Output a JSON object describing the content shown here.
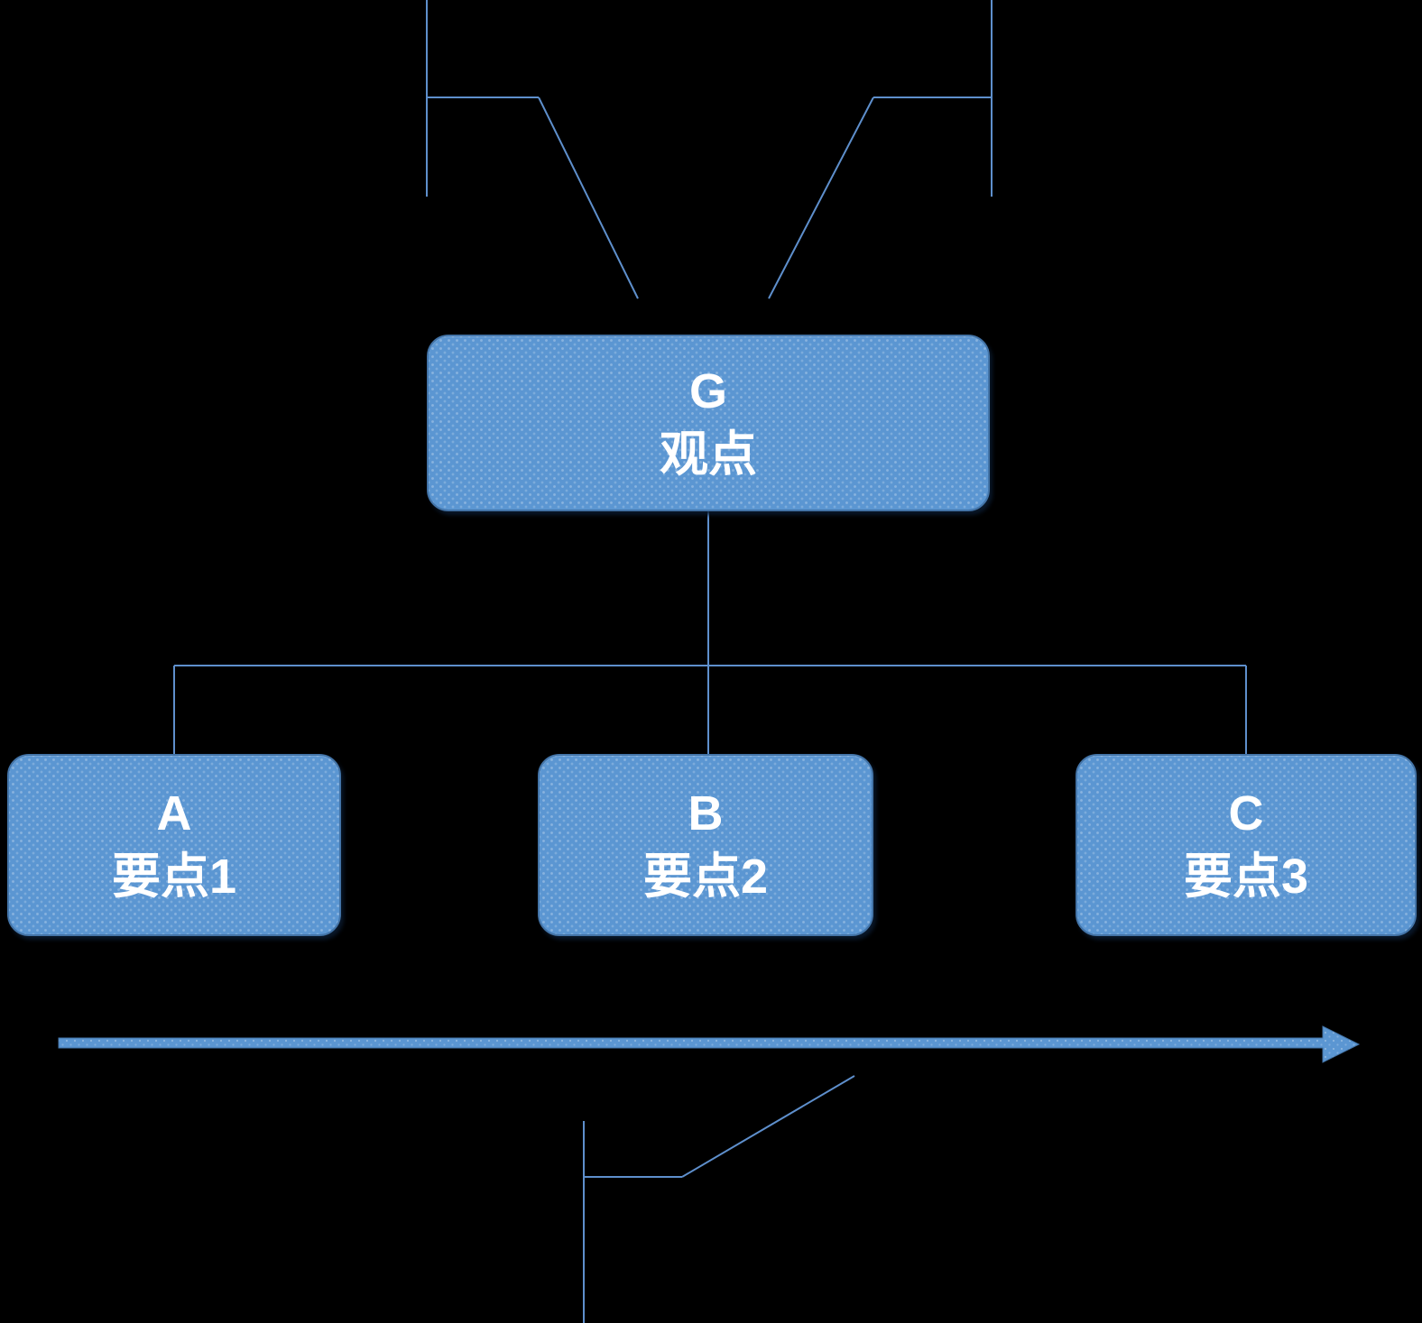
{
  "diagram": {
    "title": "argument-structure-diagram",
    "colors": {
      "background": "#000000",
      "node_fill": "#5B96D2",
      "node_border": "#4374A8",
      "connector_line": "#5E8FCC",
      "arrow_fill": "#5B96D2",
      "text": "#FFFFFF"
    },
    "root": {
      "id": "G",
      "line1": "G",
      "line2": "观点"
    },
    "children": [
      {
        "id": "A",
        "line1": "A",
        "line2": "要点1"
      },
      {
        "id": "B",
        "line1": "B",
        "line2": "要点2"
      },
      {
        "id": "C",
        "line1": "C",
        "line2": "要点3"
      }
    ],
    "flow_arrow": {
      "direction": "right"
    }
  }
}
